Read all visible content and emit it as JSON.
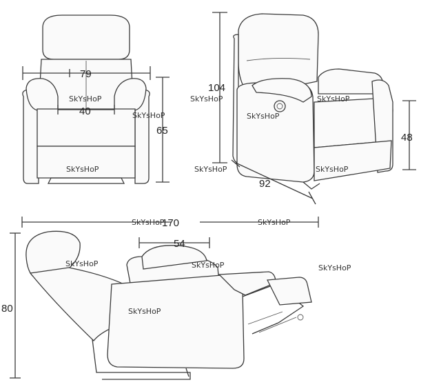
{
  "diagram": {
    "front_view": {
      "width_label": "79",
      "seat_width_label": "40",
      "arm_height_label": "65"
    },
    "side_view": {
      "height_label": "104",
      "seat_height_label": "48",
      "depth_label": "92"
    },
    "reclined_view": {
      "length_label": "170",
      "footrest_label": "54",
      "height_label": "80"
    },
    "watermarks": {
      "w1": "SkYsHoP",
      "w2": "SkYsHoP",
      "w3": "SkYsHoP",
      "w4": "SkYsHoP",
      "w5": "SkYsHoP",
      "w6": "SkYsHoP",
      "w7": "SkYsHoP",
      "w8": "SkYsHoP",
      "w9": "SkYsHoP",
      "w10": "SkYsHoP",
      "w11": "SkYsHoP",
      "w12": "SkYsHoP",
      "w13": "SkYsHoP",
      "w14": "SkYsHoP"
    }
  }
}
